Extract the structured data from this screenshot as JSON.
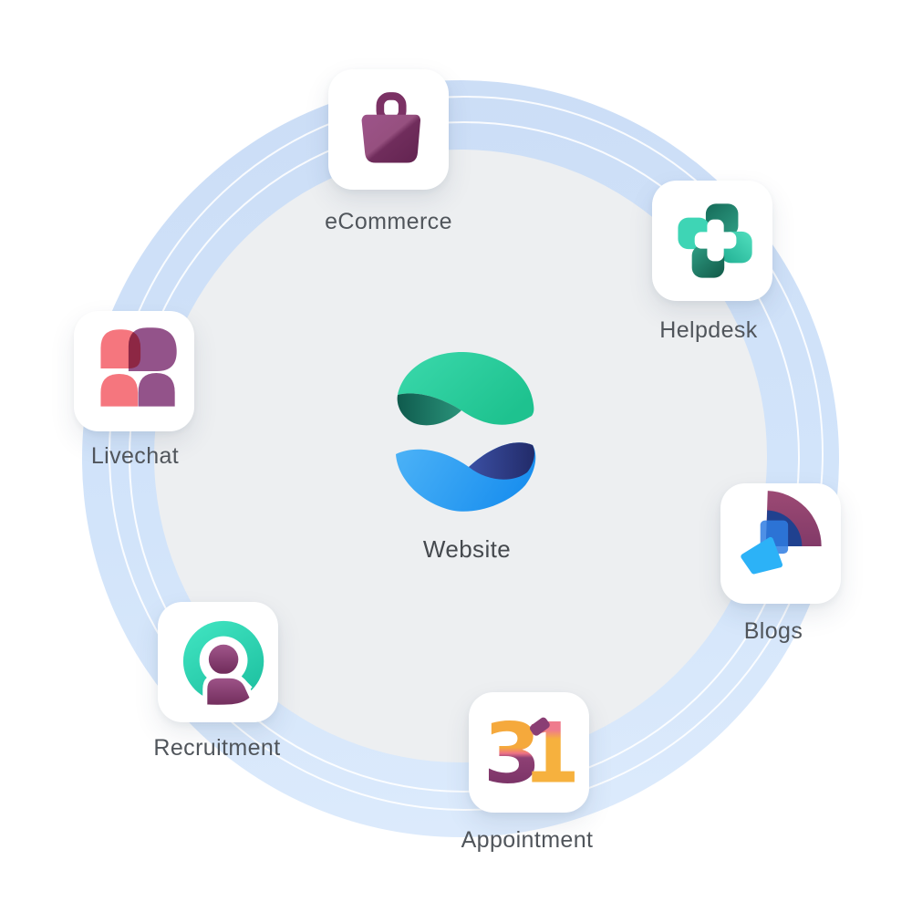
{
  "diagram": {
    "center": {
      "label": "Website",
      "logo_colors": {
        "green": "#2fd0a0",
        "green_dark": "#14685a",
        "blue": "#2f9ef3",
        "navy": "#27346f"
      }
    },
    "ring": {
      "band_color": "#cfe1f8",
      "inner_disc_color": "#edeff1",
      "line_color": "#ffffff"
    },
    "label_color": "#50555b",
    "apps": [
      {
        "id": "ecommerce",
        "label": "eCommerce",
        "icon": "shopping-bag-icon",
        "color": "#8a3e70"
      },
      {
        "id": "helpdesk",
        "label": "Helpdesk",
        "icon": "medical-cross-icon",
        "color": "#23b597"
      },
      {
        "id": "blogs",
        "label": "Blogs",
        "icon": "pen-fan-icon",
        "color": "#2e7ce0"
      },
      {
        "id": "appointment",
        "label": "Appointment",
        "icon": "calendar-31-icon",
        "icon_digits": [
          "3",
          "1"
        ],
        "color": "#f5a73a"
      },
      {
        "id": "recruitment",
        "label": "Recruitment",
        "icon": "person-magnifier-icon",
        "color": "#2ed9b5"
      },
      {
        "id": "livechat",
        "label": "Livechat",
        "icon": "people-chat-icon",
        "color": "#f5757d"
      }
    ]
  }
}
